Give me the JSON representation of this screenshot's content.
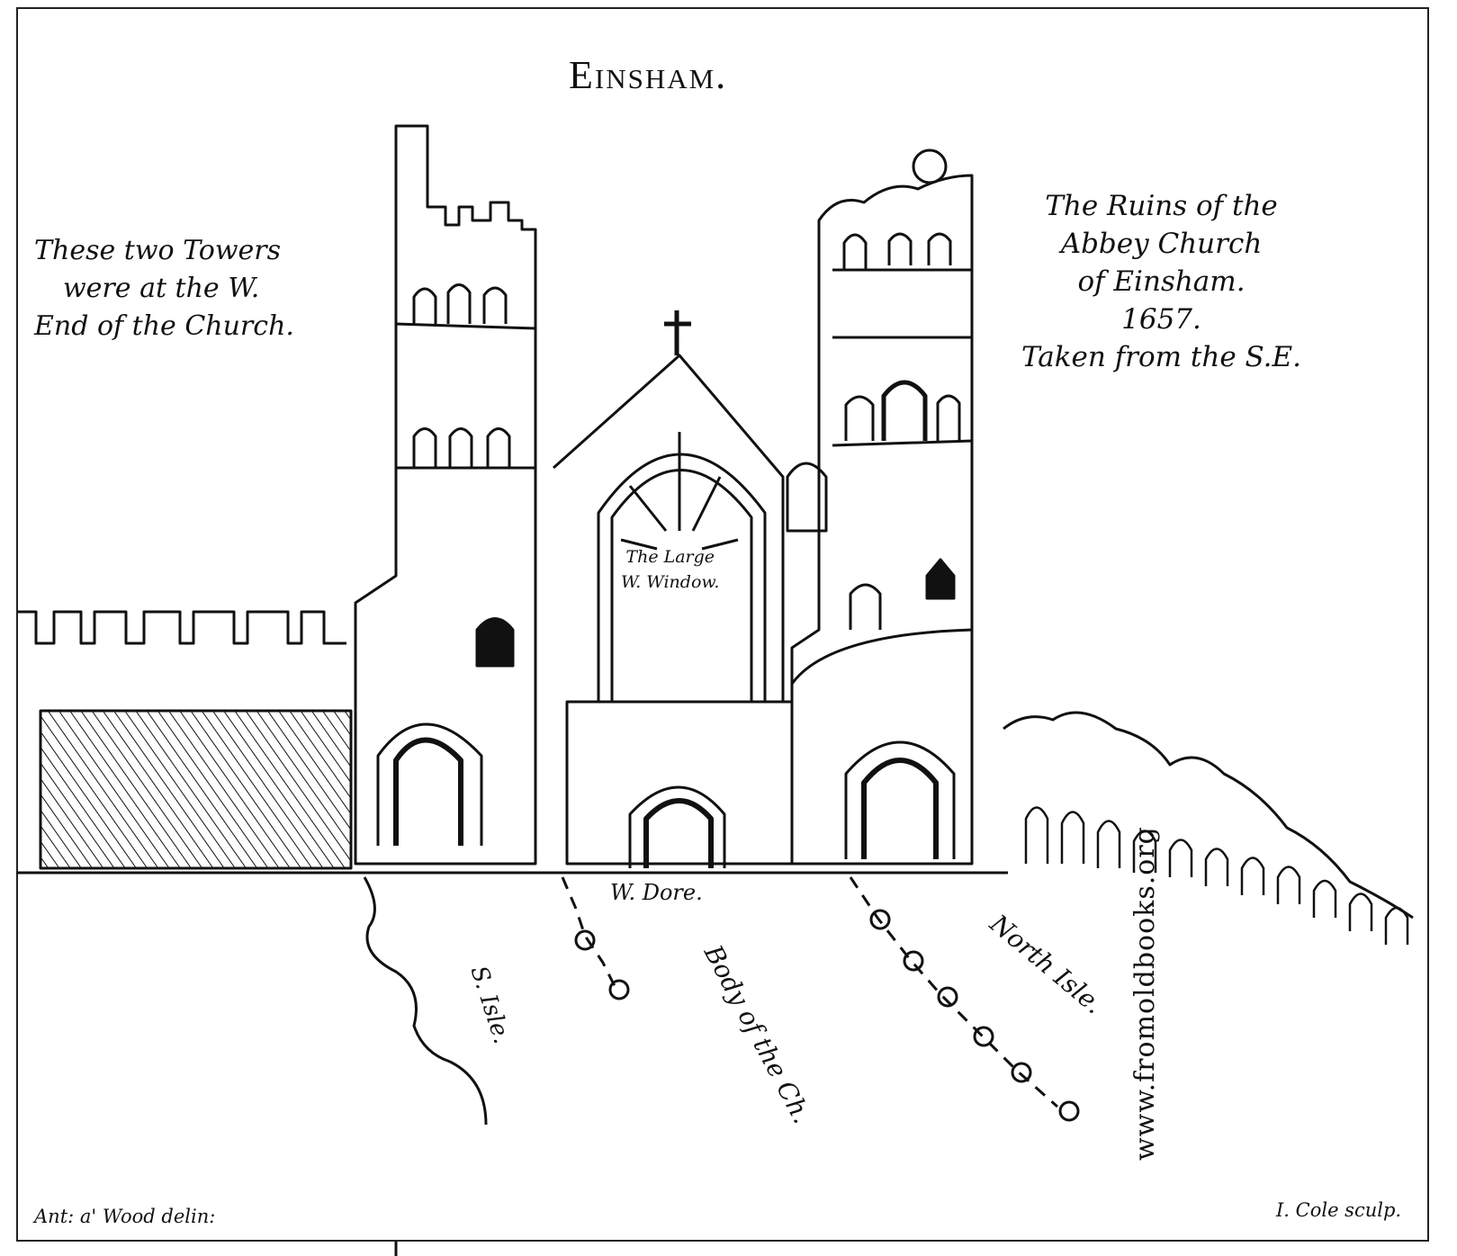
{
  "title": "Einsham.",
  "left_note": {
    "line1": "These two Towers",
    "line2": "were at the W.",
    "line3": "End of the Church."
  },
  "right_note": {
    "line1": "The Ruins of the",
    "line2": "Abbey Church",
    "line3": "of Einsham.",
    "line4": "1657.",
    "line5": "Taken from the S.E."
  },
  "window_label": {
    "line1": "The Large",
    "line2": "W. Window."
  },
  "labels": {
    "w_dore": "W. Dore.",
    "s_isle": "S. Isle.",
    "body": "Body of the Ch.",
    "north_isle": "North Isle."
  },
  "credits": {
    "delineator": "Ant: a' Wood delin:",
    "engraver": "I. Cole sculp."
  },
  "watermark": "www.fromoldbooks.org"
}
